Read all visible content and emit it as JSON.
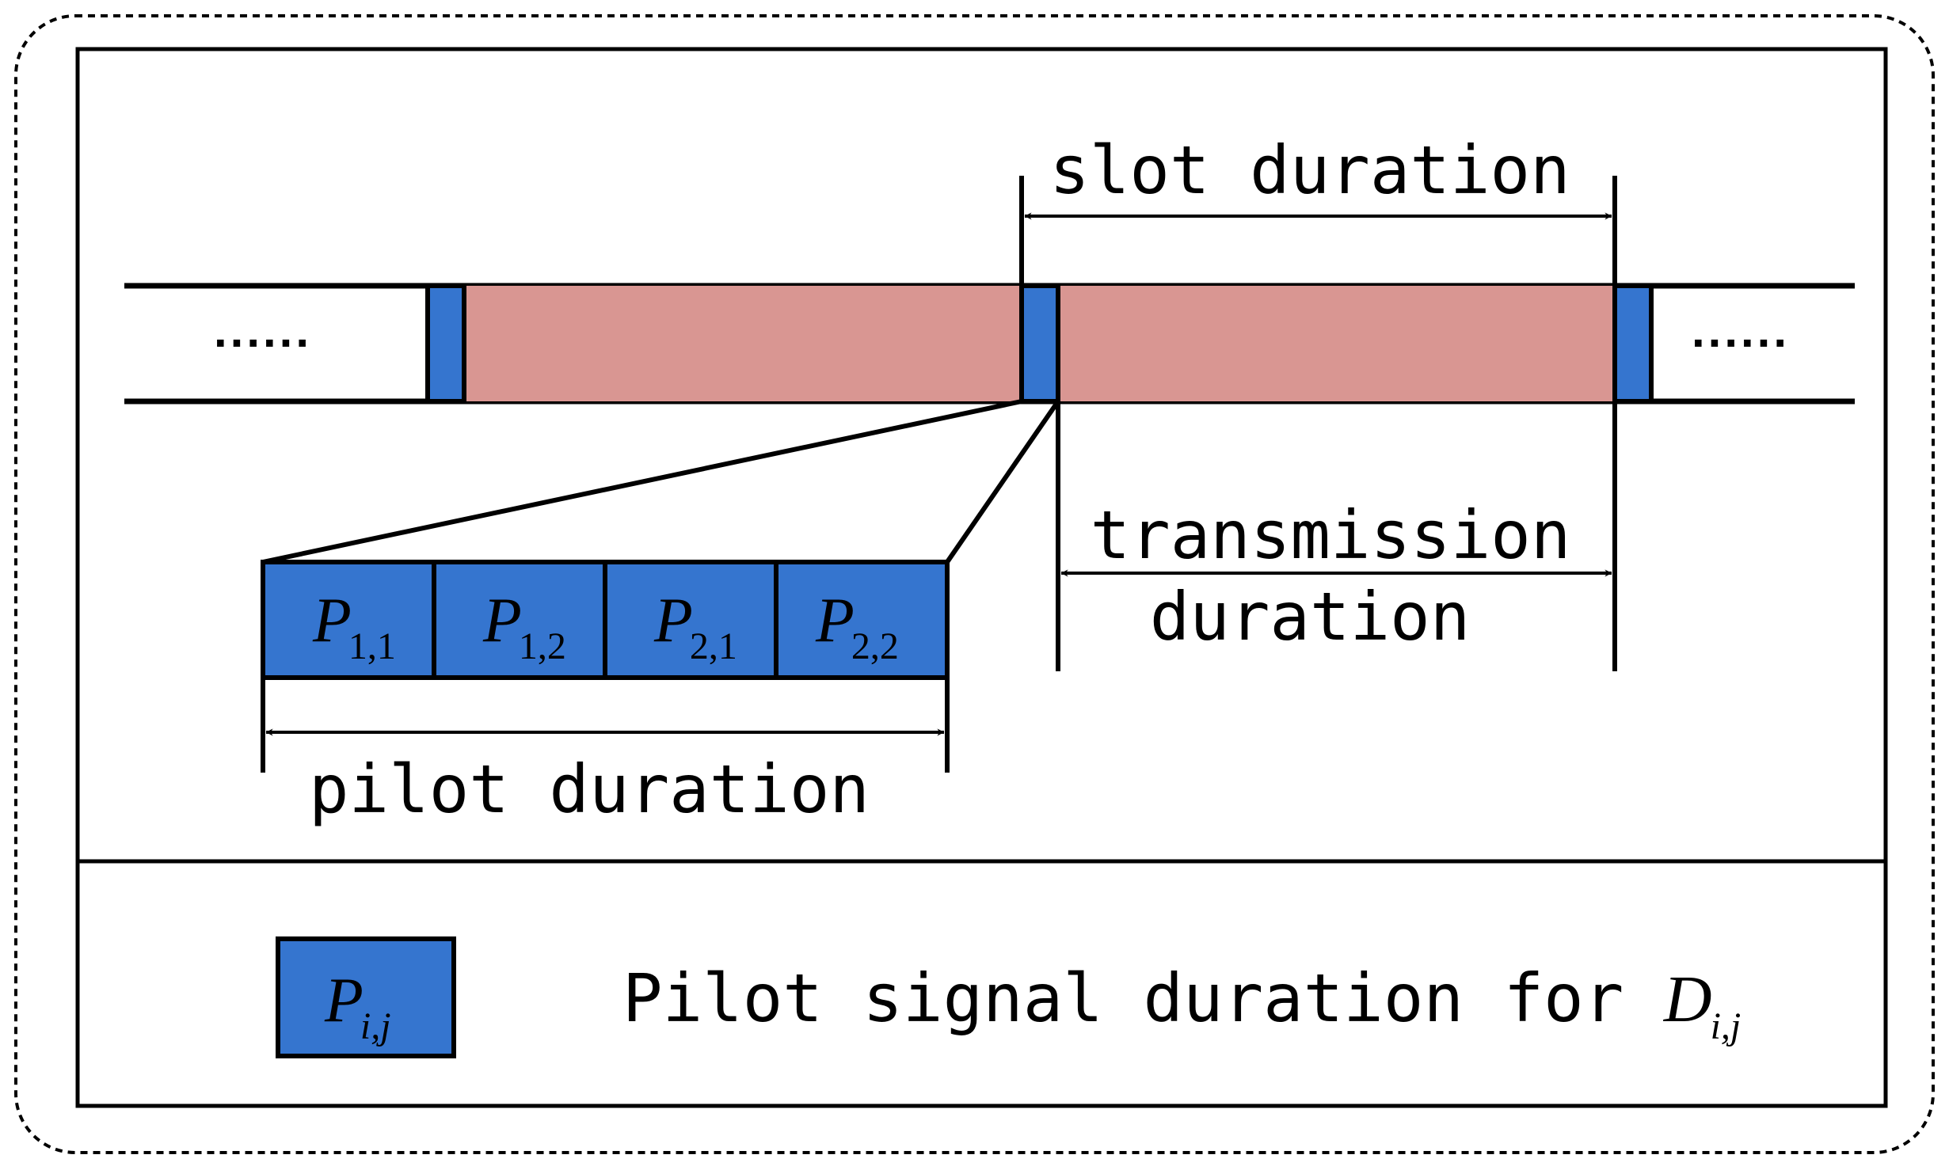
{
  "colors": {
    "pilot_block": "#3575CF",
    "transmission_block": "#D99692",
    "stroke": "#000000"
  },
  "timeline": {
    "left_ellipsis": "......",
    "right_ellipsis": "......"
  },
  "labels": {
    "slot_duration": "slot duration",
    "transmission_line1": "transmission",
    "transmission_line2": "duration",
    "pilot_duration": "pilot duration"
  },
  "pilots": [
    {
      "symbol": "P",
      "subscript": "1,1"
    },
    {
      "symbol": "P",
      "subscript": "1,2"
    },
    {
      "symbol": "P",
      "subscript": "2,1"
    },
    {
      "symbol": "P",
      "subscript": "2,2"
    }
  ],
  "legend": {
    "symbol": "P",
    "subscript": "i,j",
    "text": "Pilot signal duration for ",
    "device_symbol": "D",
    "device_subscript": "i,j"
  }
}
